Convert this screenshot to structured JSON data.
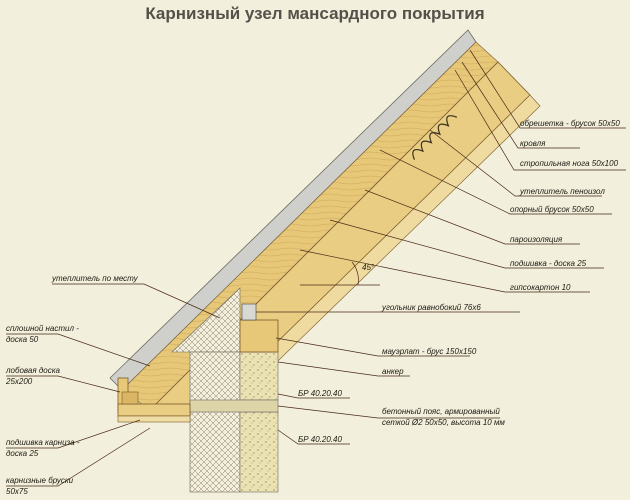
{
  "title": "Карнизный узел мансардного покрытия",
  "angle_label": "45°",
  "labels_right": [
    "обрешетка - брусок 50х50",
    "кровля",
    "стропильная нога 50х100",
    "утеплитель пеноизол",
    "опорный брусок 50х50",
    "пароизоляция",
    "подшивка - доска 25",
    "гипсокартон 10",
    "угольник равнобокий 76х6",
    "мауэрлат - брус 150х150",
    "анкер",
    "БР 40.20.40",
    "бетонный пояс, армированный",
    "сеткой  Ø2 50х50, высота 10 мм",
    "БР 40.20.40"
  ],
  "labels_left": [
    "утеплитель по месту",
    "сплошной настил -",
    "доска 50",
    "лобовая доска",
    "25х200",
    "подшивка карниза -",
    "доска 25",
    "карнизные бруски",
    "50х75"
  ],
  "colors": {
    "background": "#f2efdc",
    "wood": "#e6c878",
    "wood_dark": "#c9a04e",
    "wall": "#e8dfb0",
    "insulation": "#f4f0de",
    "roof": "#c8c8c4",
    "leader": "#4a2a18"
  }
}
